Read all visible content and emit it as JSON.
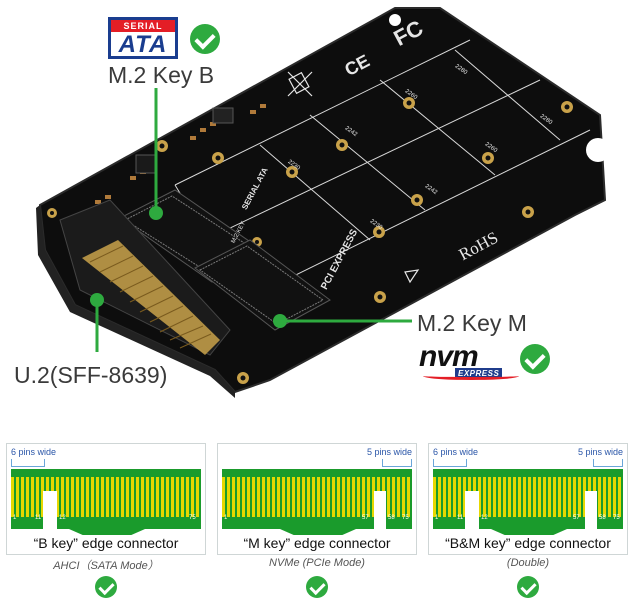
{
  "product": {
    "sata_logo": {
      "top": "SERIAL",
      "main": "ATA"
    },
    "label_key_b": "M.2 Key B",
    "label_key_m": "M.2 Key M",
    "label_u2": "U.2(SFF-8639)",
    "nvme_logo": {
      "main": "nvm",
      "sub": "EXPRESS"
    },
    "board_marks": {
      "fc": "FC",
      "ce": "CE",
      "rohs": "RoHS",
      "pcie": "PCI EXPRESS",
      "sata": "SERIAL ATA",
      "m2_key": "M.2 KEY",
      "sizes": [
        "2280",
        "2260",
        "2242",
        "2230",
        "2280",
        "2260",
        "2242",
        "2230"
      ]
    },
    "colors": {
      "check": "#2eaa3f",
      "callout_line": "#2eaa3f",
      "board": "#0d0d0d"
    }
  },
  "connectors": [
    {
      "name": "b-key",
      "pins_left": "6 pins wide",
      "pins_right": "",
      "pin_numbers": [
        "1",
        "11",
        "12",
        "75"
      ],
      "label": "“B key” edge connector",
      "mode": "AHCI（SATA Mode）"
    },
    {
      "name": "m-key",
      "pins_left": "",
      "pins_right": "5 pins wide",
      "pin_numbers": [
        "1",
        "57",
        "58",
        "75"
      ],
      "label": "“M key” edge connector",
      "mode": "NVMe (PCIe Mode)"
    },
    {
      "name": "bm-key",
      "pins_left": "6 pins wide",
      "pins_right": "5 pins wide",
      "pin_numbers": [
        "1",
        "11",
        "12",
        "57",
        "58",
        "75"
      ],
      "label": "“B&M key” edge connector",
      "mode": "(Double)"
    }
  ]
}
